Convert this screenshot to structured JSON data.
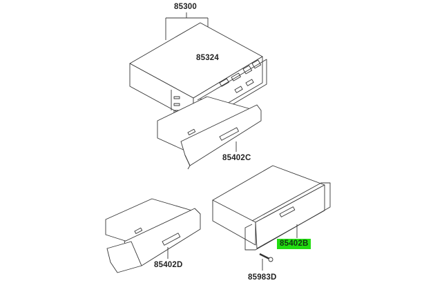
{
  "diagram": {
    "type": "exploded-parts-diagram",
    "highlight_color": "#22dd11",
    "parts": [
      {
        "id": "85300",
        "label": "85300",
        "description": "radio/cassette assembly (bracket callout)"
      },
      {
        "id": "85324",
        "label": "85324",
        "description": "radio unit"
      },
      {
        "id": "85402C",
        "label": "85402C",
        "description": "storage pocket / tray"
      },
      {
        "id": "85402B",
        "label": "85402B",
        "description": "storage box",
        "highlighted": true
      },
      {
        "id": "85402D",
        "label": "85402D",
        "description": "storage pocket / tray"
      },
      {
        "id": "85983D",
        "label": "85983D",
        "description": "screw"
      }
    ]
  }
}
